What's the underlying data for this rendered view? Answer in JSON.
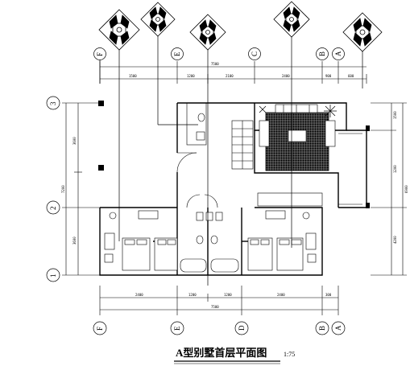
{
  "drawing": {
    "title": "A型别墅首层平面图",
    "scale": "1:75"
  },
  "axes": {
    "top": [
      "F",
      "E",
      "C",
      "B",
      "A"
    ],
    "bottom": [
      "F",
      "E",
      "D",
      "B",
      "A"
    ],
    "left": [
      "3",
      "2",
      "1"
    ]
  },
  "dimensions": {
    "top_segments": [
      "1500",
      "1200",
      "2100",
      "2400",
      "900",
      "600"
    ],
    "top_total": "7500",
    "bottom_segments": [
      "2400",
      "1200",
      "2400",
      "1200",
      "300"
    ],
    "bottom_total": "7500",
    "left_segments": [
      "3600",
      "3600"
    ],
    "left_total": "7200",
    "right_segments": [
      "1500",
      "1200",
      "4200"
    ],
    "right_total": "6900"
  },
  "colors": {
    "line": "#000000",
    "paper": "#ffffff"
  }
}
